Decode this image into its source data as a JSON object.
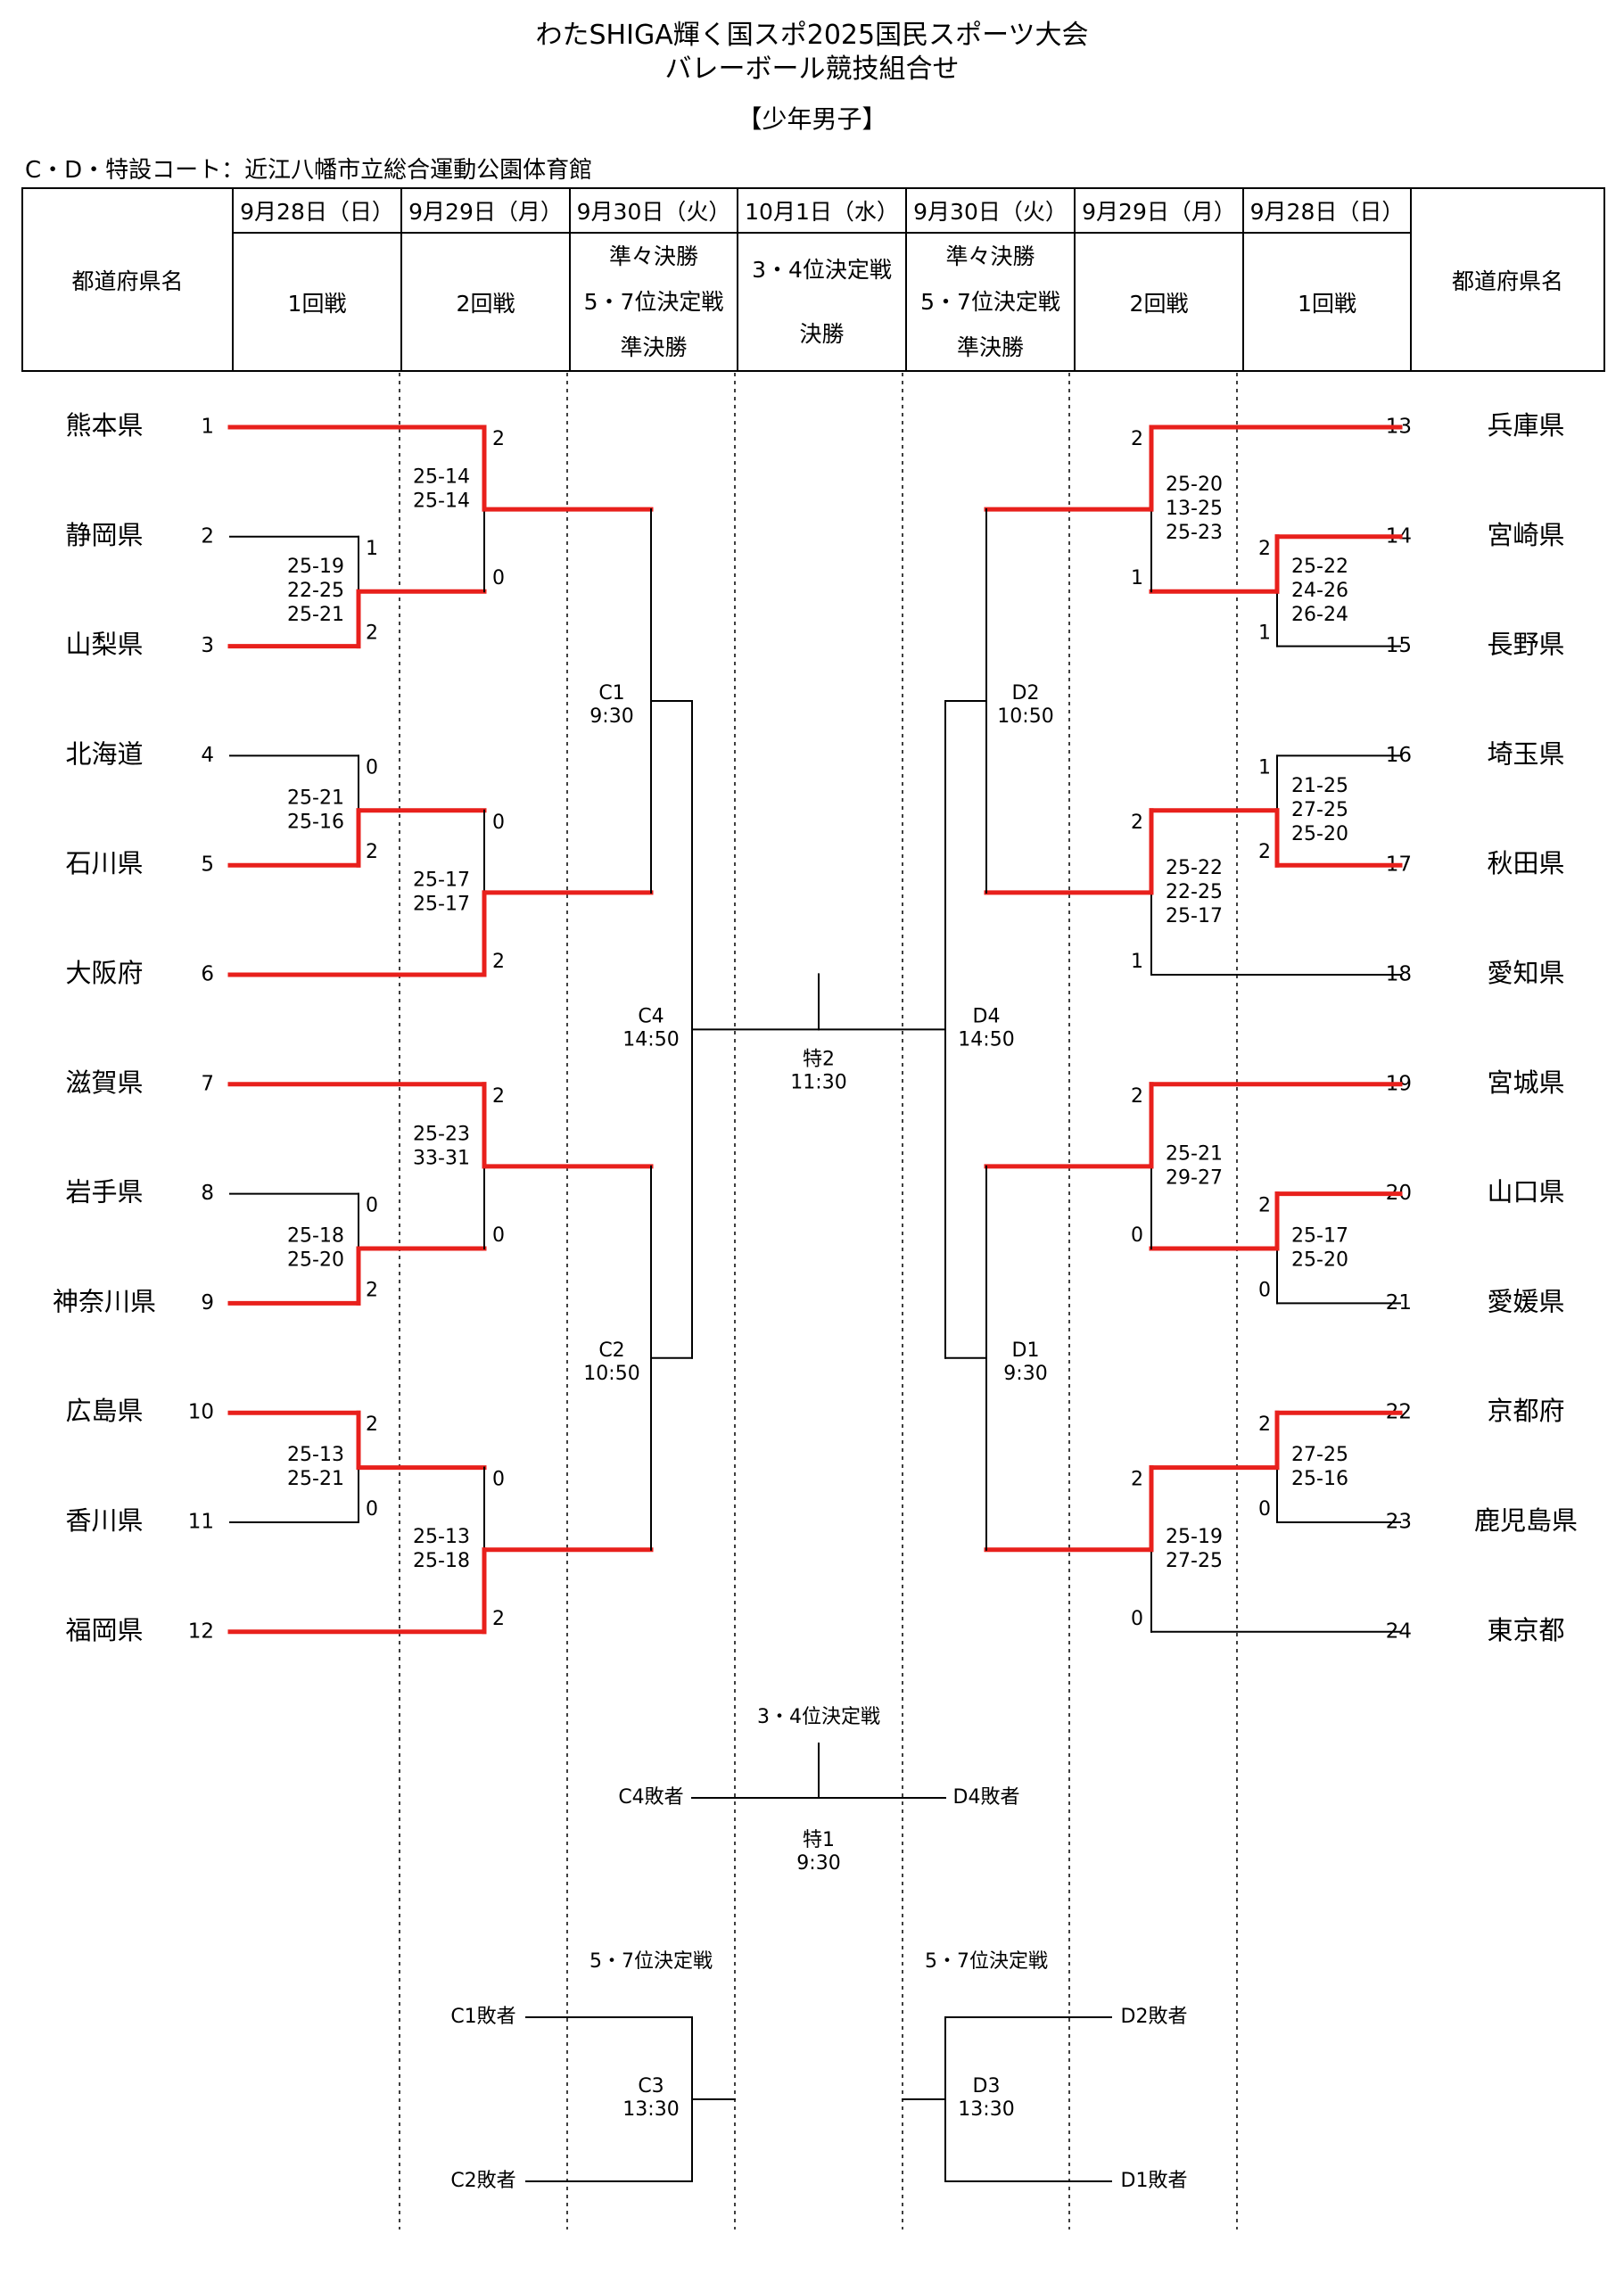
{
  "title": {
    "line1": "わたSHIGA輝く国スポ2025国民スポーツ大会",
    "line2": "バレーボール競技組合せ",
    "division": "【少年男子】"
  },
  "venue": "C・D・特設コート：近江八幡市立総合運動公園体育館",
  "header": {
    "pref_label_left": "都道府県名",
    "pref_label_right": "都道府県名",
    "dates": [
      "9月28日（日）",
      "9月29日（月）",
      "9月30日（火）",
      "10月1日（水）",
      "9月30日（火）",
      "9月29日（月）",
      "9月28日（日）"
    ],
    "round1": "1回戦",
    "round2": "2回戦",
    "round3_lines": [
      "準々決勝",
      "5・7位決定戦",
      "準決勝"
    ],
    "final_lines": [
      "3・4位決定戦",
      "決勝"
    ]
  },
  "left_teams": [
    {
      "seed": "1",
      "name": "熊本県",
      "won": true
    },
    {
      "seed": "2",
      "name": "静岡県",
      "won": false
    },
    {
      "seed": "3",
      "name": "山梨県",
      "won": true
    },
    {
      "seed": "4",
      "name": "北海道",
      "won": false
    },
    {
      "seed": "5",
      "name": "石川県",
      "won": true
    },
    {
      "seed": "6",
      "name": "大阪府",
      "won": true
    },
    {
      "seed": "7",
      "name": "滋賀県",
      "won": true
    },
    {
      "seed": "8",
      "name": "岩手県",
      "won": false
    },
    {
      "seed": "9",
      "name": "神奈川県",
      "won": true
    },
    {
      "seed": "10",
      "name": "広島県",
      "won": true
    },
    {
      "seed": "11",
      "name": "香川県",
      "won": false
    },
    {
      "seed": "12",
      "name": "福岡県",
      "won": true
    }
  ],
  "right_teams": [
    {
      "seed": "13",
      "name": "兵庫県",
      "won": true
    },
    {
      "seed": "14",
      "name": "宮崎県",
      "won": true
    },
    {
      "seed": "15",
      "name": "長野県",
      "won": false
    },
    {
      "seed": "16",
      "name": "埼玉県",
      "won": false
    },
    {
      "seed": "17",
      "name": "秋田県",
      "won": true
    },
    {
      "seed": "18",
      "name": "愛知県",
      "won": false
    },
    {
      "seed": "19",
      "name": "宮城県",
      "won": true
    },
    {
      "seed": "20",
      "name": "山口県",
      "won": true
    },
    {
      "seed": "21",
      "name": "愛媛県",
      "won": false
    },
    {
      "seed": "22",
      "name": "京都府",
      "won": true
    },
    {
      "seed": "23",
      "name": "鹿児島県",
      "won": false
    },
    {
      "seed": "24",
      "name": "東京都",
      "won": false
    }
  ],
  "round1_matches": [
    {
      "side": "left",
      "sets_top": "1",
      "sets_bottom": "2",
      "scores": [
        "25-19",
        "22-25",
        "25-21"
      ]
    },
    {
      "side": "left",
      "sets_top": "0",
      "sets_bottom": "2",
      "scores": [
        "25-21",
        "25-16"
      ]
    },
    {
      "side": "left",
      "sets_top": "0",
      "sets_bottom": "2",
      "scores": [
        "25-18",
        "25-20"
      ]
    },
    {
      "side": "left",
      "sets_top": "2",
      "sets_bottom": "0",
      "scores": [
        "25-13",
        "25-21"
      ]
    },
    {
      "side": "right",
      "sets_top": "2",
      "sets_bottom": "1",
      "scores": [
        "25-22",
        "24-26",
        "26-24"
      ]
    },
    {
      "side": "right",
      "sets_top": "1",
      "sets_bottom": "2",
      "scores": [
        "21-25",
        "27-25",
        "25-20"
      ]
    },
    {
      "side": "right",
      "sets_top": "2",
      "sets_bottom": "0",
      "scores": [
        "25-17",
        "25-20"
      ]
    },
    {
      "side": "right",
      "sets_top": "2",
      "sets_bottom": "0",
      "scores": [
        "27-25",
        "25-16"
      ]
    }
  ],
  "round2_matches": [
    {
      "side": "left",
      "sets_top": "2",
      "sets_bottom": "0",
      "scores": [
        "25-14",
        "25-14"
      ]
    },
    {
      "side": "left",
      "sets_top": "0",
      "sets_bottom": "2",
      "scores": [
        "25-17",
        "25-17"
      ]
    },
    {
      "side": "left",
      "sets_top": "2",
      "sets_bottom": "0",
      "scores": [
        "25-23",
        "33-31"
      ]
    },
    {
      "side": "left",
      "sets_top": "0",
      "sets_bottom": "2",
      "scores": [
        "25-13",
        "25-18"
      ]
    },
    {
      "side": "right",
      "sets_top": "2",
      "sets_bottom": "1",
      "scores": [
        "25-20",
        "13-25",
        "25-23"
      ]
    },
    {
      "side": "right",
      "sets_top": "2",
      "sets_bottom": "1",
      "scores": [
        "25-22",
        "22-25",
        "25-17"
      ]
    },
    {
      "side": "right",
      "sets_top": "2",
      "sets_bottom": "0",
      "scores": [
        "25-21",
        "29-27"
      ]
    },
    {
      "side": "right",
      "sets_top": "2",
      "sets_bottom": "0",
      "scores": [
        "25-19",
        "27-25"
      ]
    }
  ],
  "later_matches": {
    "C1": {
      "code": "C1",
      "time": "9:30"
    },
    "C2": {
      "code": "C2",
      "time": "10:50"
    },
    "C4": {
      "code": "C4",
      "time": "14:50"
    },
    "D1": {
      "code": "D1",
      "time": "9:30"
    },
    "D2": {
      "code": "D2",
      "time": "10:50"
    },
    "D4": {
      "code": "D4",
      "time": "14:50"
    },
    "final": {
      "code": "特2",
      "time": "11:30"
    },
    "third": {
      "title": "3・4位決定戦",
      "code": "特1",
      "time": "9:30",
      "left": "C4敗者",
      "right": "D4敗者"
    },
    "fifth_left": {
      "title": "5・7位決定戦",
      "code": "C3",
      "time": "13:30",
      "top": "C1敗者",
      "bottom": "C2敗者"
    },
    "fifth_right": {
      "title": "5・7位決定戦",
      "code": "D3",
      "time": "13:30",
      "top": "D2敗者",
      "bottom": "D1敗者"
    }
  },
  "colors": {
    "winner_line": "#e8201c",
    "line": "#000000"
  }
}
